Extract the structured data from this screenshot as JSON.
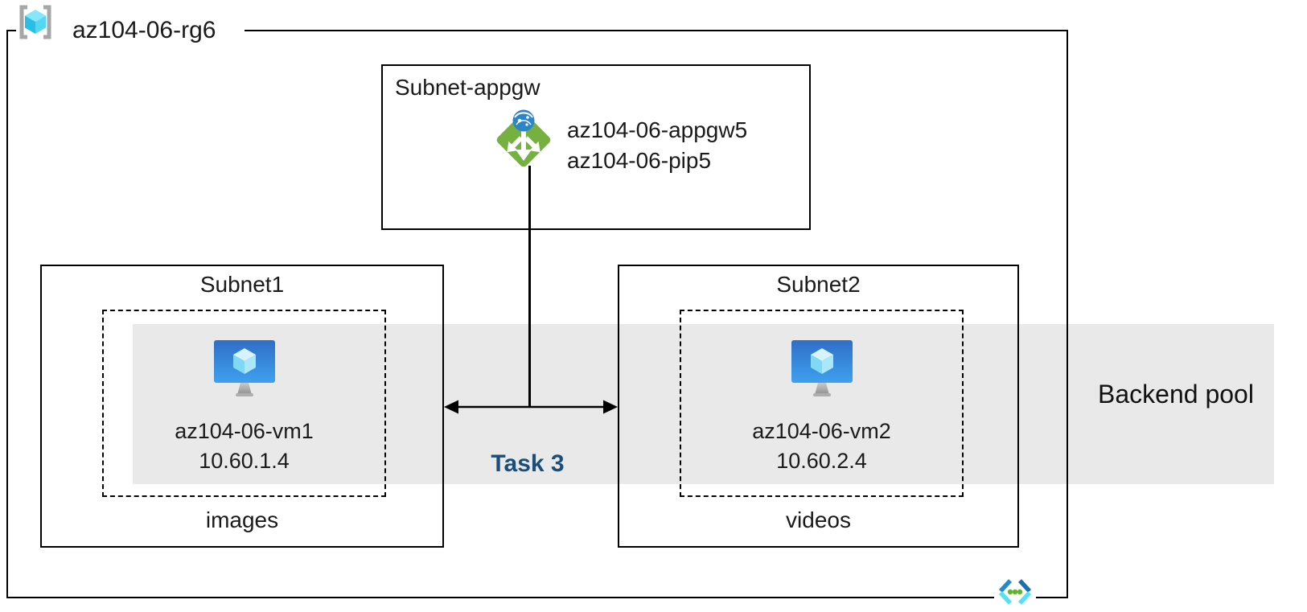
{
  "resource_group": {
    "label": "az104-06-rg6"
  },
  "appgw_subnet": {
    "label": "Subnet-appgw",
    "gateway_name": "az104-06-appgw5",
    "public_ip_name": "az104-06-pip5"
  },
  "subnets": [
    {
      "label": "Subnet1",
      "vm_name": "az104-06-vm1",
      "vm_ip": "10.60.1.4",
      "tag": "images"
    },
    {
      "label": "Subnet2",
      "vm_name": "az104-06-vm2",
      "vm_ip": "10.60.2.4",
      "tag": "videos"
    }
  ],
  "backend_pool": {
    "label": "Backend pool"
  },
  "task": {
    "label": "Task 3"
  },
  "icons": {
    "resource_group": "resource-group-icon",
    "application_gateway": "application-gateway-icon",
    "virtual_machine": "virtual-machine-icon",
    "virtual_network": "virtual-network-icon"
  },
  "colors": {
    "border": "#000000",
    "backend_pool_band": "#e9e9e9",
    "task_label": "#1b4e79",
    "appgw_green": "#76b041",
    "appgw_globe_blue": "#2c84ca",
    "vm_screen_top": "#2f6ec6",
    "vm_screen_bottom": "#3fa0ef",
    "rg_cube_cyan": "#55d7f4",
    "rg_bracket_gray": "#a6a6a6",
    "vnet_blue_left": "#2489ce",
    "vnet_blue_right": "#1a6fb0",
    "vnet_cyan": "#54e1f6",
    "vnet_dot_green": "#5fb42d"
  }
}
